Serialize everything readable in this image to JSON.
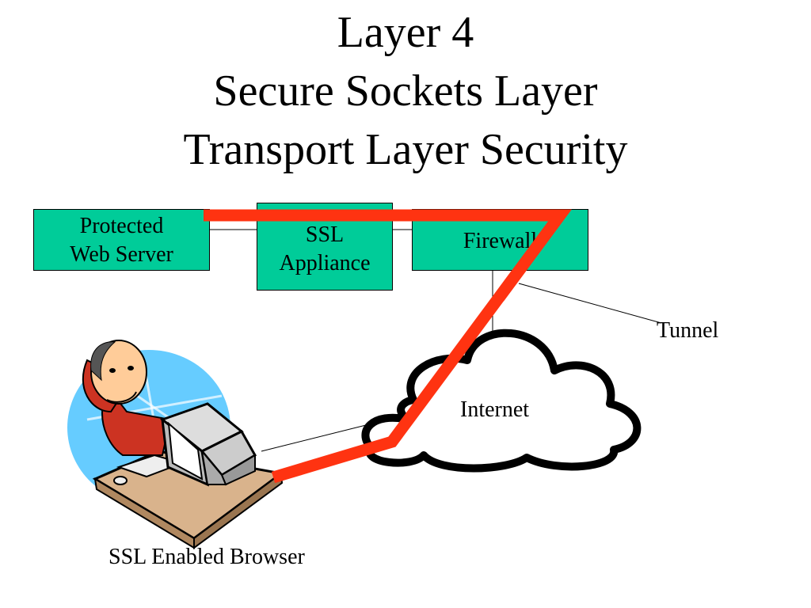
{
  "title": {
    "line1": "Layer 4",
    "line2": "Secure Sockets Layer",
    "line3": "Transport Layer Security"
  },
  "nodes": {
    "web_server": {
      "line1": "Protected",
      "line2": "Web Server"
    },
    "ssl_appliance": {
      "line1": "SSL",
      "line2": "Appliance"
    },
    "firewall": {
      "label": "Firewall"
    }
  },
  "labels": {
    "tunnel": "Tunnel",
    "internet": "Internet",
    "browser": "SSL Enabled Browser"
  },
  "colors": {
    "box_fill": "#00cc99",
    "tunnel_path": "#ff3311"
  },
  "icons": [
    "cloud-icon",
    "user-at-computer-clipart"
  ]
}
